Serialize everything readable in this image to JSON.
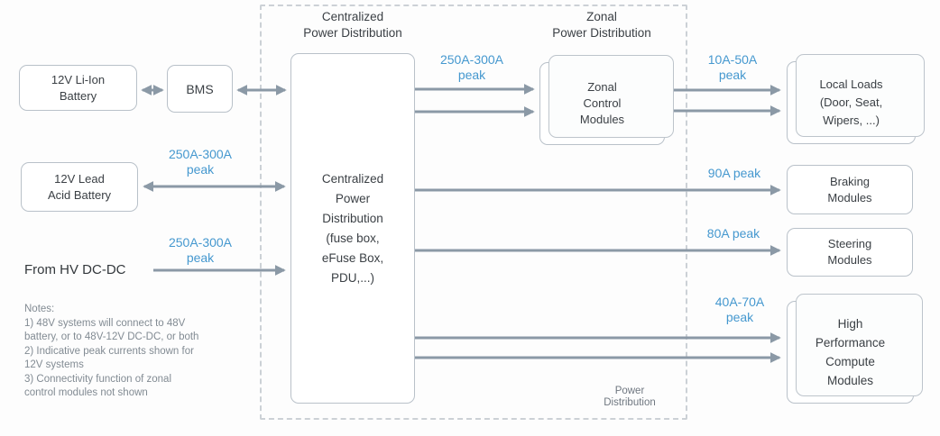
{
  "diagram": {
    "region_titles": {
      "centralized": "Centralized\nPower Distribution",
      "zonal": "Zonal\nPower Distribution"
    },
    "caption": "Power\nDistribution",
    "nodes": {
      "li_ion_battery": "12V Li-Ion\nBattery",
      "bms": "BMS",
      "lead_acid_battery": "12V Lead\nAcid Battery",
      "hv_dcdc_source": "From HV DC-DC",
      "central_distribution": "Centralized\nPower\nDistribution\n(fuse box,\neFuse Box,\nPDU,...)",
      "zonal_control_modules": "Zonal\nControl\nModules",
      "local_loads": "Local Loads\n(Door, Seat,\nWipers, ...)",
      "braking_modules": "Braking\nModules",
      "steering_modules": "Steering\nModules",
      "hpc_modules": "High\nPerformance\nCompute\nModules"
    },
    "flow_labels": {
      "lead_acid_peak": "250A-300A\npeak",
      "hv_dcdc_peak": "250A-300A\npeak",
      "zonal_peak": "250A-300A\npeak",
      "local_loads_peak": "10A-50A\npeak",
      "braking_peak": "90A peak",
      "steering_peak": "80A peak",
      "hpc_peak": "40A-70A\npeak"
    },
    "notes": "Notes:\n1) 48V systems will connect to 48V\nbattery, or to 48V-12V DC-DC, or both\n2) Indicative peak currents shown for\n12V systems\n3) Connectivity function of zonal\ncontrol modules not shown",
    "colors": {
      "accent_blue": "#4598cf",
      "arrow_gray": "#8b99a6",
      "box_border_gray": "#b9c1c9",
      "text_dark": "#3b4045",
      "notes_gray": "#828b93"
    }
  }
}
